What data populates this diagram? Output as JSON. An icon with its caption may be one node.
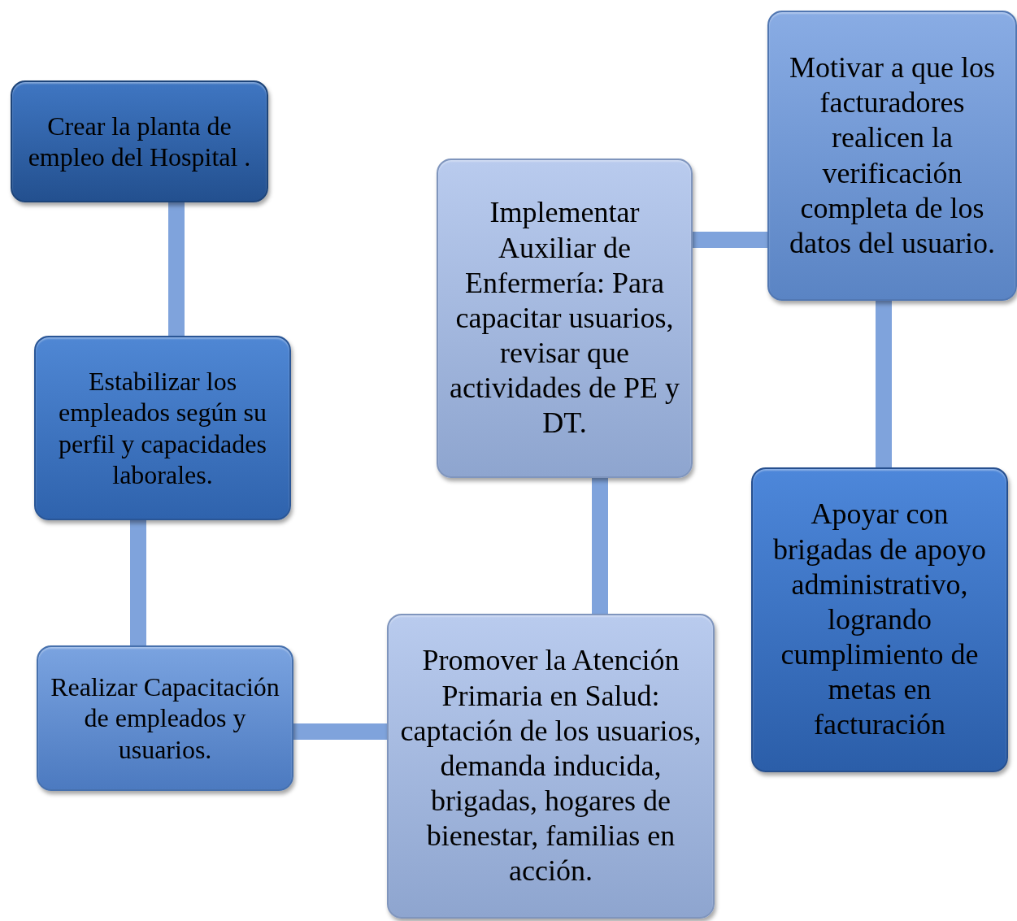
{
  "diagram": {
    "nodes": [
      {
        "text": [
          "Crear la planta de empleo del Hospital ."
        ]
      },
      {
        "text": [
          "Estabilizar los empleados según su perfil y capacidades laborales."
        ]
      },
      {
        "text": [
          "Realizar Capacitación de empleados y usuarios."
        ]
      },
      {
        "text": [
          "Promover la Atención Primaria en Salud: captación de los usuarios, demanda inducida, brigadas, hogares de bienestar, familias en acción."
        ]
      },
      {
        "text": [
          "Implementar Auxiliar de Enfermería: Para capacitar usuarios, revisar que actividades de PE y DT."
        ]
      },
      {
        "text": [
          "Motivar a que los facturadores realicen la verificación completa de los datos del usuario."
        ]
      },
      {
        "text": [
          "Apoyar con brigadas de apoyo administrativo, logrando cumplimiento de metas en facturación"
        ]
      }
    ],
    "edges": [
      {
        "from": 0,
        "to": 1,
        "arrow": "none"
      },
      {
        "from": 1,
        "to": 2,
        "arrow": "none"
      },
      {
        "from": 2,
        "to": 3,
        "arrow": "none"
      },
      {
        "from": 3,
        "to": 4,
        "arrow": "none"
      },
      {
        "from": 4,
        "to": 5,
        "arrow": "none"
      },
      {
        "from": 5,
        "to": 6,
        "arrow": "none"
      }
    ]
  }
}
